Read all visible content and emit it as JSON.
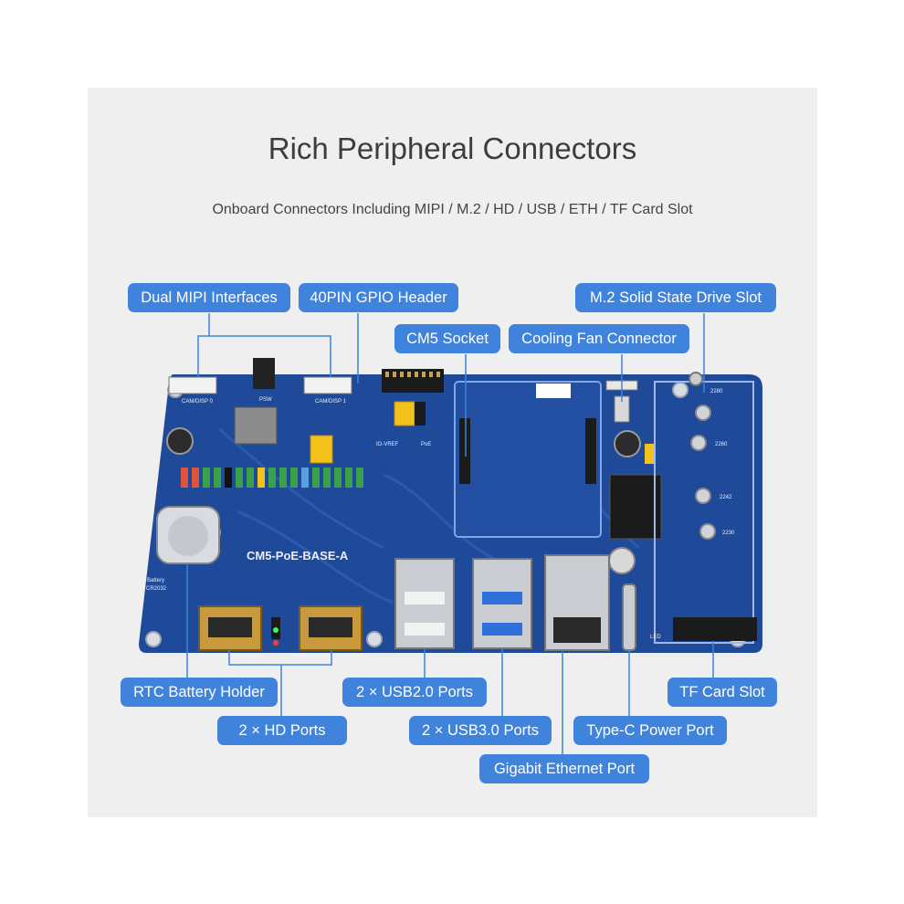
{
  "header": {
    "title": "Rich Peripheral Connectors",
    "subtitle": "Onboard Connectors Including MIPI / M.2 / HD / USB / ETH / TF Card Slot"
  },
  "labels": {
    "dual_mipi": "Dual MIPI Interfaces",
    "gpio": "40PIN GPIO Header",
    "m2_slot": "M.2 Solid State Drive Slot",
    "cm5_socket": "CM5 Socket",
    "cooling_fan": "Cooling Fan Connector",
    "rtc": "RTC Battery Holder",
    "usb2": "2 × USB2.0 Ports",
    "tf_card": "TF Card Slot",
    "hd_ports": "2 × HD Ports",
    "usb3": "2 × USB3.0 Ports",
    "typec": "Type-C Power Port",
    "ethernet": "Gigabit Ethernet Port"
  },
  "board": {
    "name": "CM5-PoE-BASE-A",
    "battery_text": "Battery",
    "battery_model": "CR2032",
    "cam0": "CAM/DISP 0",
    "cam1": "CAM/DISP 1",
    "pwr": "PSW",
    "io_vref": "IO-VREF",
    "poe": "PoE",
    "led": "LED",
    "m2_2280": "2280",
    "m2_2260": "2260",
    "m2_2242": "2242",
    "m2_2230": "2230"
  },
  "colors": {
    "pcb": "#1f4a9a",
    "label_bg": "#3f83dc",
    "line": "#3f83dc",
    "panel_bg": "#efefef"
  }
}
